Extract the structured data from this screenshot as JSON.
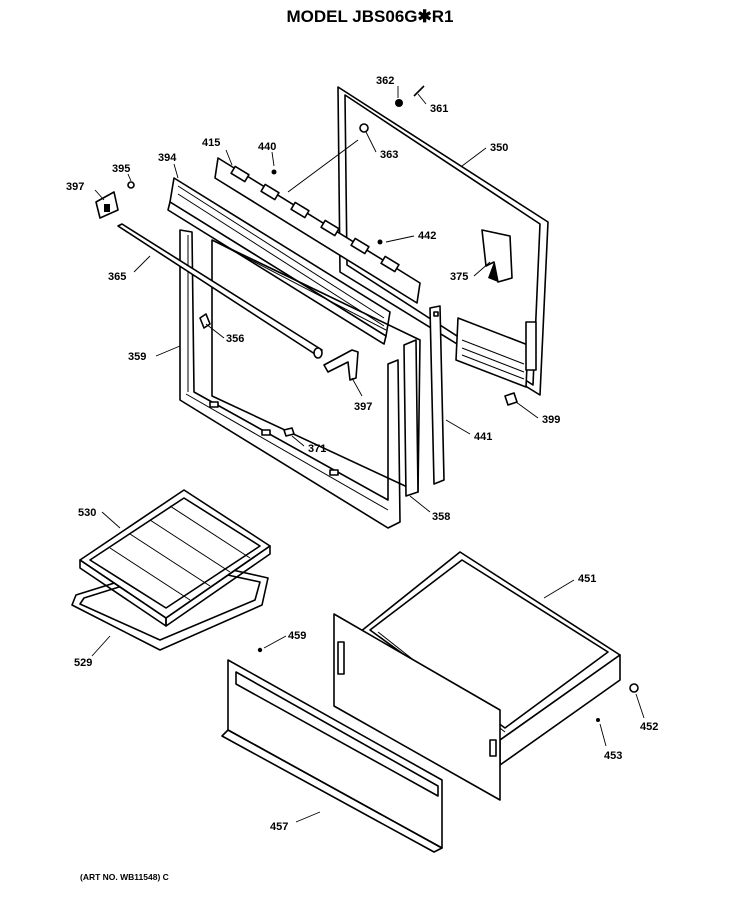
{
  "title": "MODEL JBS06G✱R1",
  "art_no": "(ART NO. WB11548) C",
  "parts": {
    "p362": "362",
    "p361": "361",
    "p363": "363",
    "p350": "350",
    "p415": "415",
    "p440": "440",
    "p394": "394",
    "p395": "395",
    "p397a": "397",
    "p442": "442",
    "p375": "375",
    "p365": "365",
    "p356": "356",
    "p359": "359",
    "p397b": "397",
    "p399": "399",
    "p441": "441",
    "p371": "371",
    "p358": "358",
    "p530": "530",
    "p451": "451",
    "p459": "459",
    "p529": "529",
    "p452": "452",
    "p453": "453",
    "p457": "457"
  }
}
